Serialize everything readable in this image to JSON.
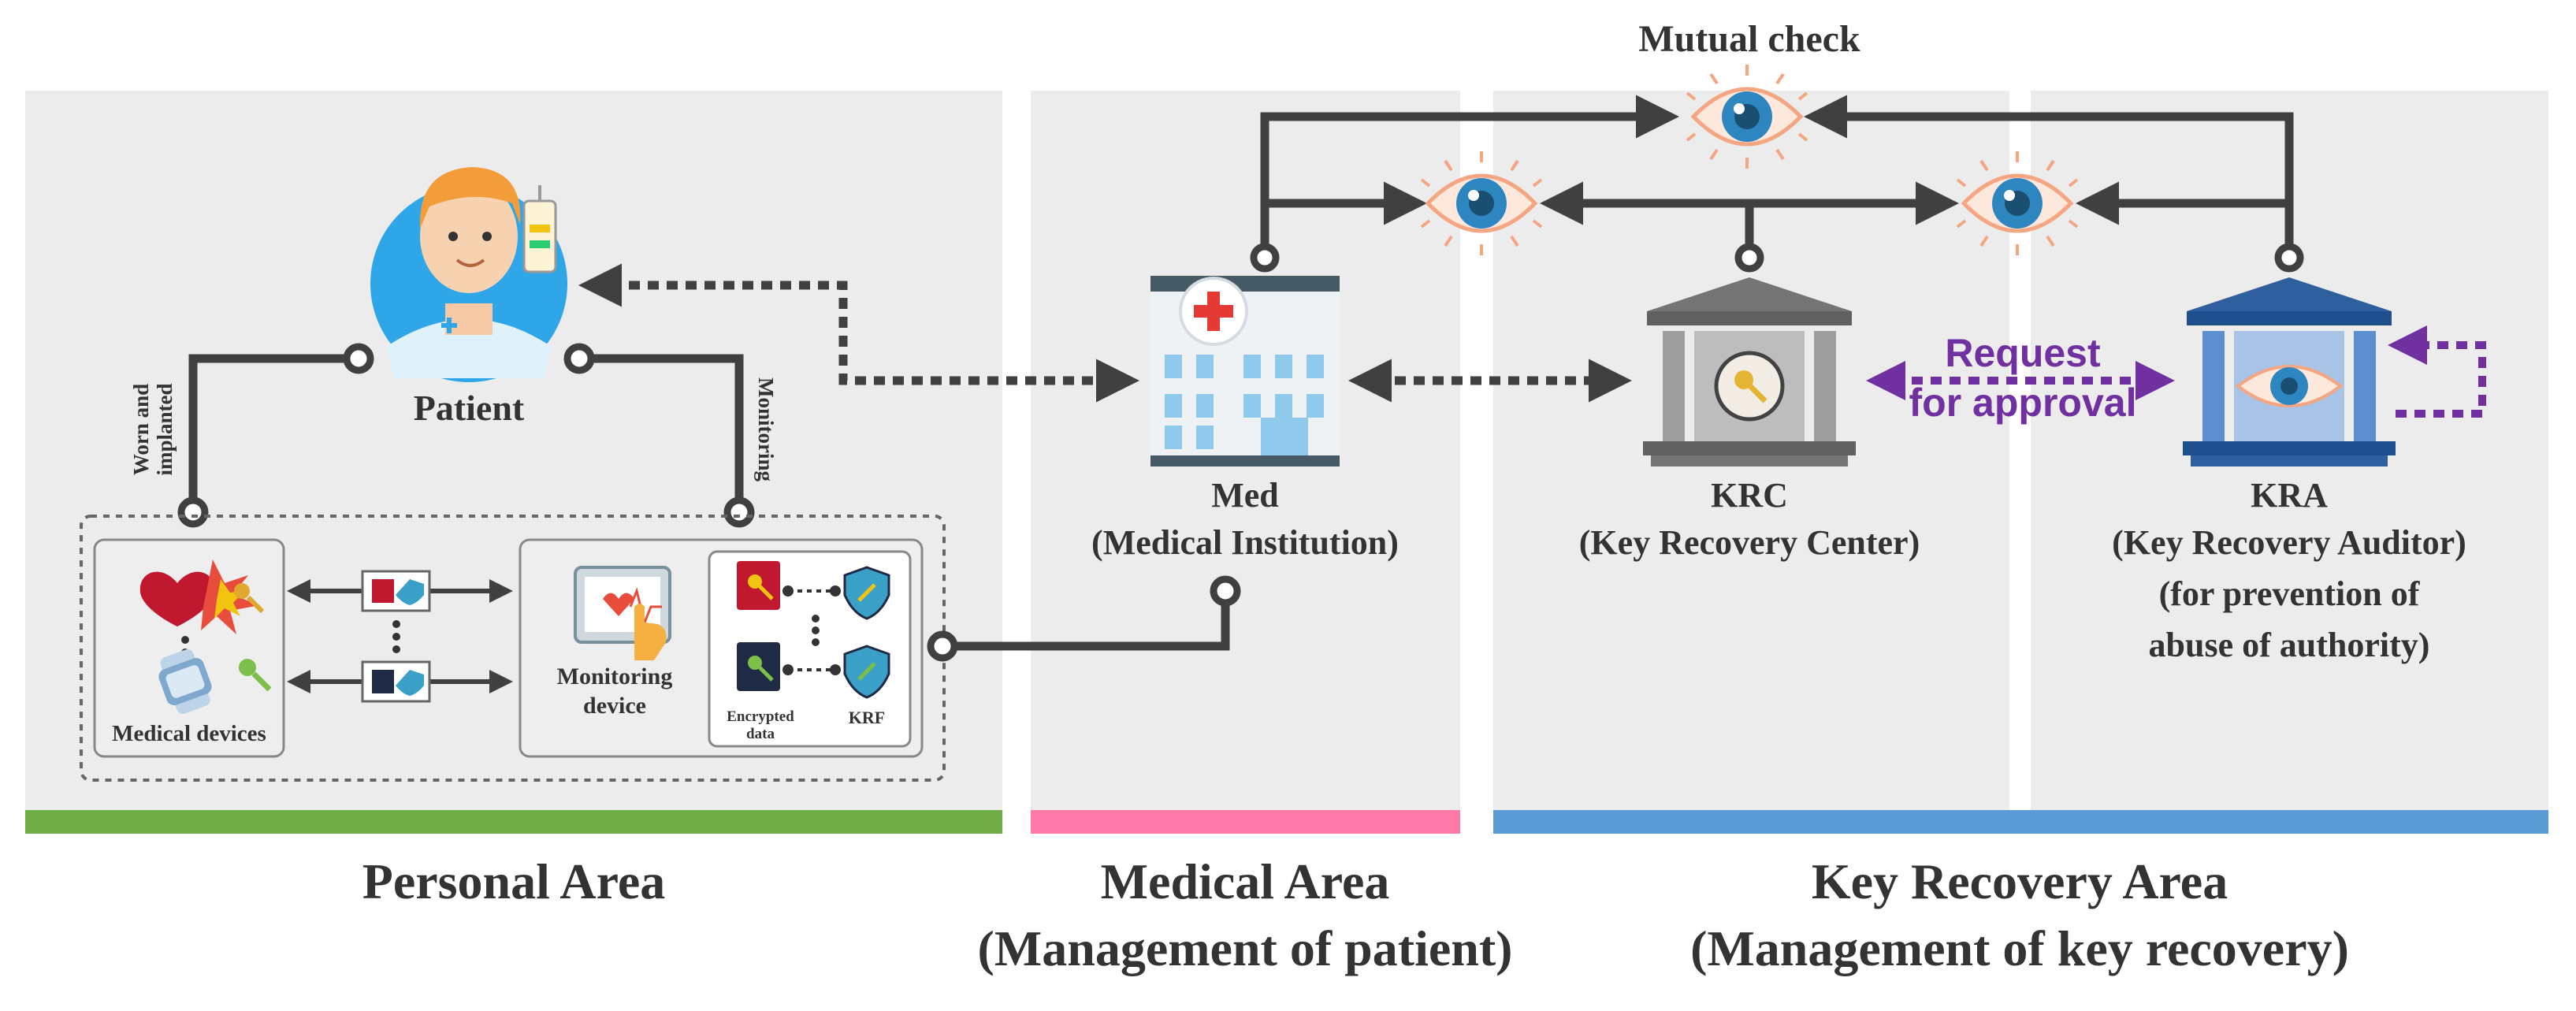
{
  "mutual_check": "Mutual check",
  "patient": {
    "label": "Patient",
    "worn_line1": "Worn and",
    "worn_line2": "implanted",
    "monitoring": "Monitoring"
  },
  "devices": {
    "medical_devices": "Medical devices",
    "monitoring_device_line1": "Monitoring",
    "monitoring_device_line2": "device",
    "encrypted_line1": "Encrypted",
    "encrypted_line2": "data",
    "krf": "KRF"
  },
  "med": {
    "name": "Med",
    "full": "(Medical Institution)"
  },
  "krc": {
    "name": "KRC",
    "full": "(Key Recovery Center)"
  },
  "kra": {
    "name": "KRA",
    "full": "(Key Recovery Auditor)",
    "note_line1": "(for prevention of",
    "note_line2": "abuse of authority)"
  },
  "request": {
    "line1": "Request",
    "line2": "for approval"
  },
  "areas": {
    "personal": "Personal Area",
    "medical_line1": "Medical Area",
    "medical_line2": "(Management of patient)",
    "keyrec_line1": "Key Recovery Area",
    "keyrec_line2": "(Management of key recovery)"
  },
  "colors": {
    "personal_bar": "#70ad47",
    "medical_bar": "#ff7aa8",
    "keyrec_bar": "#5b9bd5",
    "accent_purple": "#7030a0",
    "connector": "#404040"
  }
}
